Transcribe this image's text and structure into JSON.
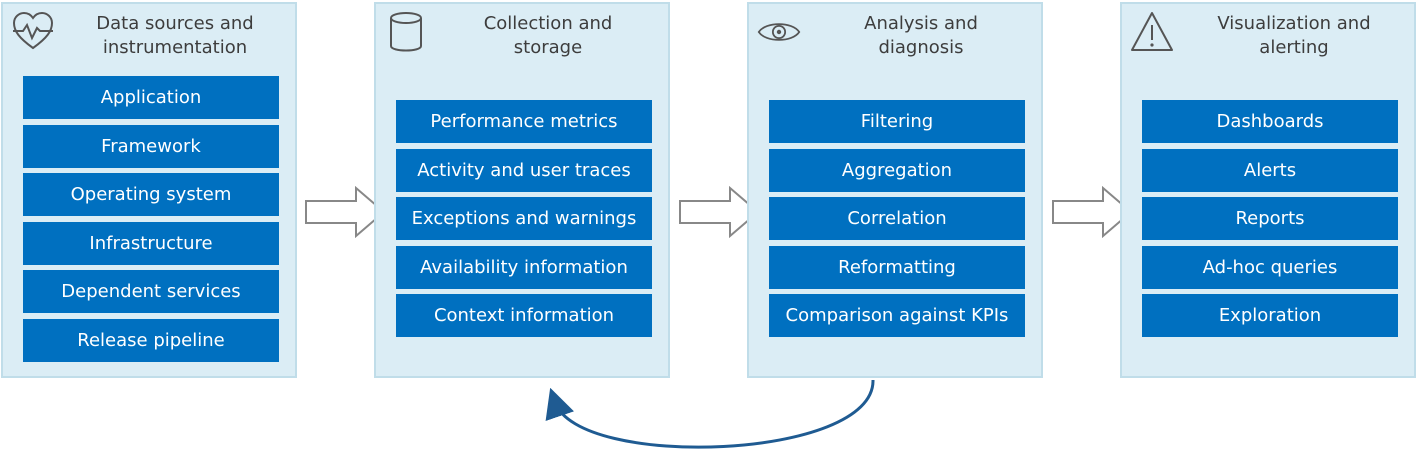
{
  "stages": [
    {
      "title": "Data sources and\ninstrumentation",
      "icon": "heart-monitor-icon",
      "items": [
        "Application",
        "Framework",
        "Operating system",
        "Infrastructure",
        "Dependent services",
        "Release pipeline"
      ]
    },
    {
      "title": "Collection and\nstorage",
      "icon": "database-icon",
      "items": [
        "Performance metrics",
        "Activity and user traces",
        "Exceptions and warnings",
        "Availability information",
        "Context information"
      ]
    },
    {
      "title": "Analysis and\ndiagnosis",
      "icon": "eye-icon",
      "items": [
        "Filtering",
        "Aggregation",
        "Correlation",
        "Reformatting",
        "Comparison against KPIs"
      ]
    },
    {
      "title": "Visualization and\nalerting",
      "icon": "warning-icon",
      "items": [
        "Dashboards",
        "Alerts",
        "Reports",
        "Ad-hoc queries",
        "Exploration"
      ]
    }
  ],
  "colors": {
    "panel_fill": "#dbedf5",
    "panel_border": "#c0dde9",
    "item_fill": "#0070c0",
    "item_text": "#ffffff",
    "loop_arrow": "#1f5b92",
    "flow_arrow": "#888888"
  }
}
